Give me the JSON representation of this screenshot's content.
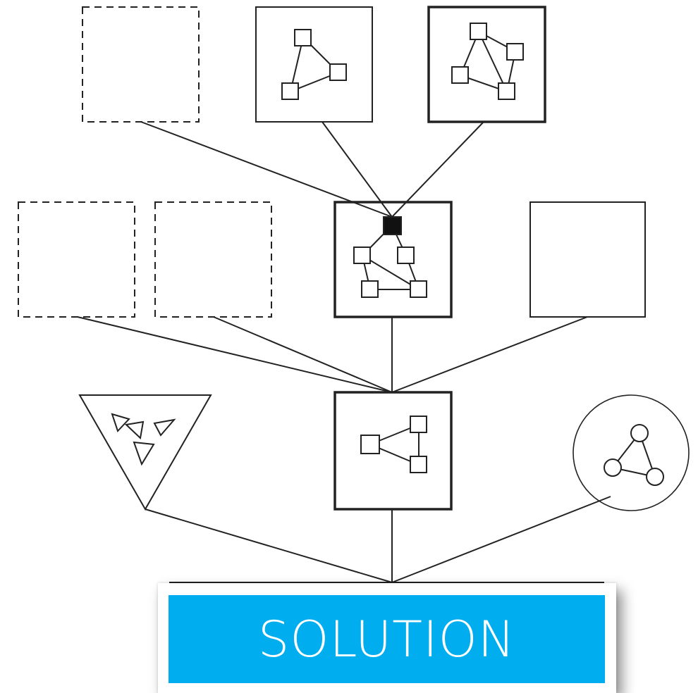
{
  "colors": {
    "stroke": "#222222",
    "filled_node": "#111111",
    "banner": "#00aeef",
    "banner_text": "#ffffff"
  },
  "shapes": [
    {
      "id": "empty-dashed-box",
      "style": "dashed"
    },
    {
      "id": "network-box-3-nodes",
      "style": "thin"
    },
    {
      "id": "network-box-4-nodes",
      "style": "thick"
    },
    {
      "id": "merged-network-box",
      "style": "thick",
      "note_node": "filled"
    },
    {
      "id": "empty-solid-box",
      "style": "thin"
    },
    {
      "id": "inverted-triangle-of-triangles",
      "style": "thin"
    },
    {
      "id": "final-network-box",
      "style": "thick"
    },
    {
      "id": "circle-of-circles",
      "style": "thin"
    }
  ],
  "solution": {
    "label": "SOLUTION"
  }
}
